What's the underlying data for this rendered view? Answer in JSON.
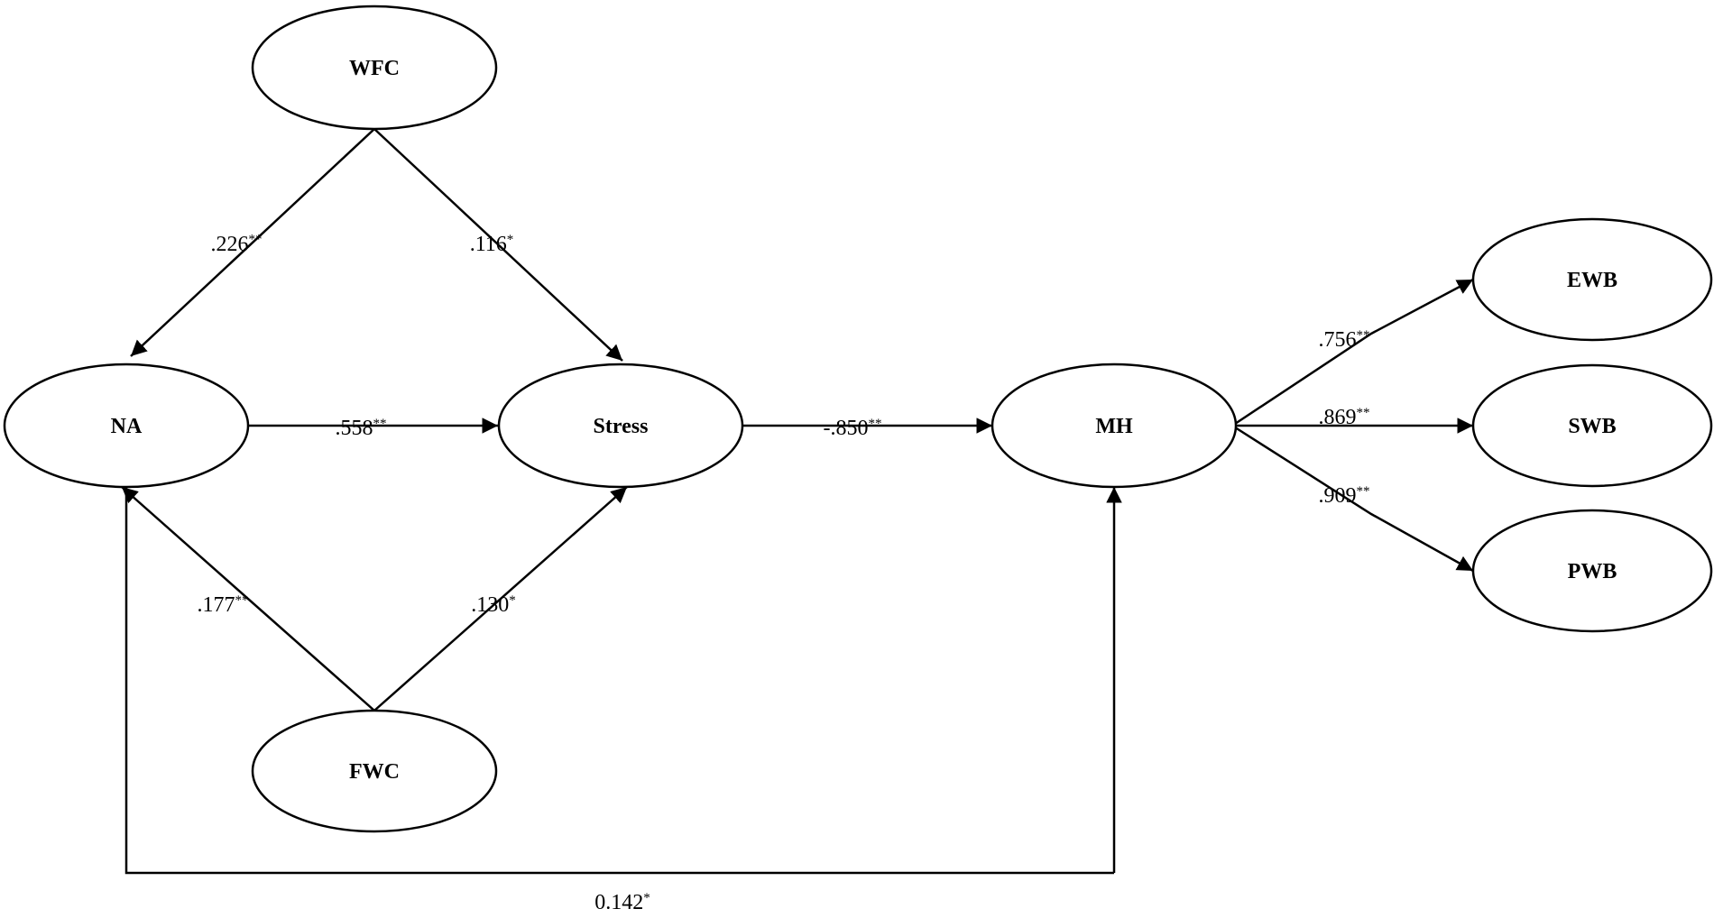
{
  "nodes": {
    "wfc": "WFC",
    "na": "NA",
    "stress": "Stress",
    "fwc": "FWC",
    "mh": "MH",
    "ewb": "EWB",
    "swb": "SWB",
    "pwb": "PWB"
  },
  "edges": [
    {
      "from": "WFC",
      "to": "NA",
      "coef": ".226",
      "sig": "**"
    },
    {
      "from": "WFC",
      "to": "Stress",
      "coef": ".116",
      "sig": "*"
    },
    {
      "from": "NA",
      "to": "Stress",
      "coef": ".558",
      "sig": "**"
    },
    {
      "from": "FWC",
      "to": "NA",
      "coef": ".177",
      "sig": "**"
    },
    {
      "from": "FWC",
      "to": "Stress",
      "coef": ".130",
      "sig": "*"
    },
    {
      "from": "Stress",
      "to": "MH",
      "coef": "-.850",
      "sig": "**"
    },
    {
      "from": "MH",
      "to": "EWB",
      "coef": ".756",
      "sig": "**"
    },
    {
      "from": "MH",
      "to": "SWB",
      "coef": ".869",
      "sig": "**"
    },
    {
      "from": "MH",
      "to": "PWB",
      "coef": ".909",
      "sig": "**"
    },
    {
      "from": "NA",
      "to": "MH",
      "coef": "0.142",
      "sig": "*"
    }
  ]
}
